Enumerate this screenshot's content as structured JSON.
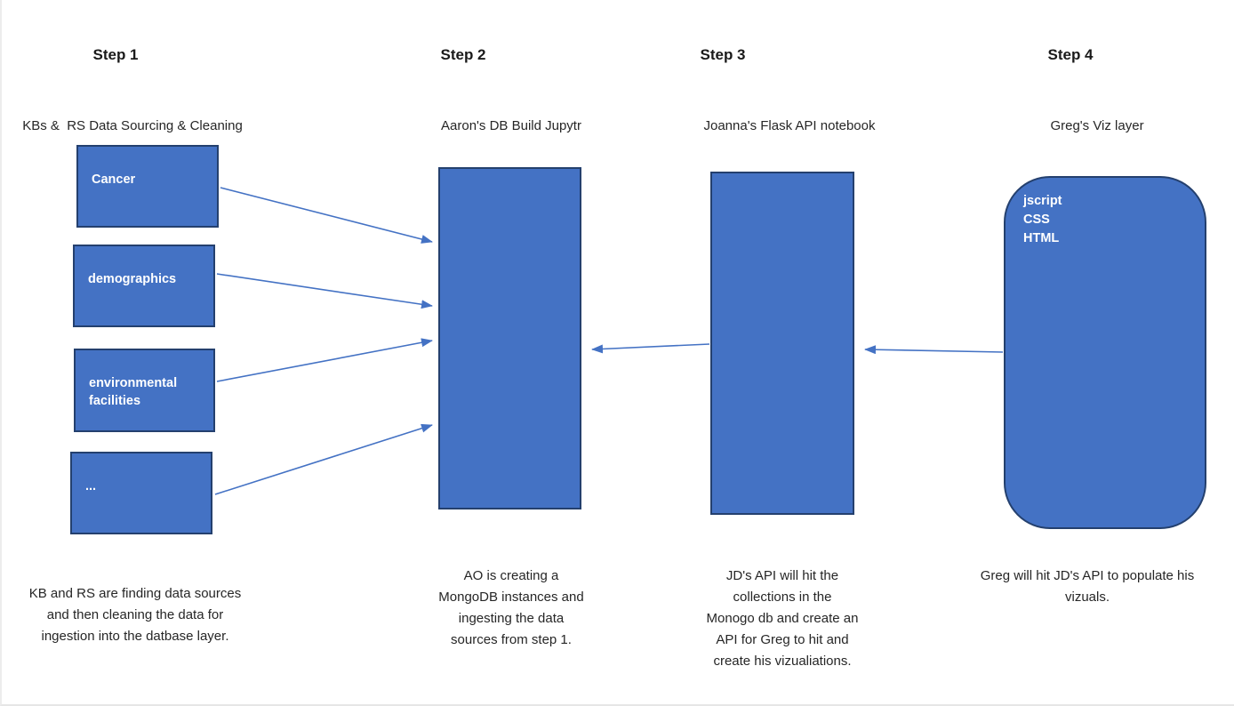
{
  "colors": {
    "box_fill": "#4472C4",
    "box_border": "#24406E",
    "arrow": "#4472C4",
    "text": "#262626",
    "box_text": "#FFFFFF"
  },
  "steps": [
    {
      "title": "Step 1",
      "label": "KBs &  RS Data Sourcing & Cleaning",
      "caption": "KB and RS are finding data sources\nand then cleaning the data for\ningestion into the datbase layer."
    },
    {
      "title": "Step 2",
      "label": "Aaron's DB Build Jupytr",
      "caption": "AO is creating a\nMongoDB instances and\ningesting the data\nsources from step 1."
    },
    {
      "title": "Step 3",
      "label": "Joanna's Flask API notebook",
      "caption": "JD's API will hit the\ncollections in the\nMonogo db and create an\nAPI for Greg to hit and\ncreate his vizualiations."
    },
    {
      "title": "Step 4",
      "label": "Greg's Viz layer",
      "caption": "Greg will hit JD's API to populate his\nvizuals."
    }
  ],
  "source_boxes": [
    {
      "label": "Cancer"
    },
    {
      "label": "demographics"
    },
    {
      "label": "environmental\nfacilities"
    },
    {
      "label": "..."
    }
  ],
  "viz_box": {
    "lines": [
      "jscript",
      "CSS",
      "HTML"
    ]
  },
  "connections": [
    {
      "from": "Cancer",
      "to": "Aaron's DB Build Jupytr"
    },
    {
      "from": "demographics",
      "to": "Aaron's DB Build Jupytr"
    },
    {
      "from": "environmental facilities",
      "to": "Aaron's DB Build Jupytr"
    },
    {
      "from": "...",
      "to": "Aaron's DB Build Jupytr"
    },
    {
      "from": "Joanna's Flask API notebook",
      "to": "Aaron's DB Build Jupytr"
    },
    {
      "from": "Greg's Viz layer",
      "to": "Joanna's Flask API notebook"
    }
  ]
}
